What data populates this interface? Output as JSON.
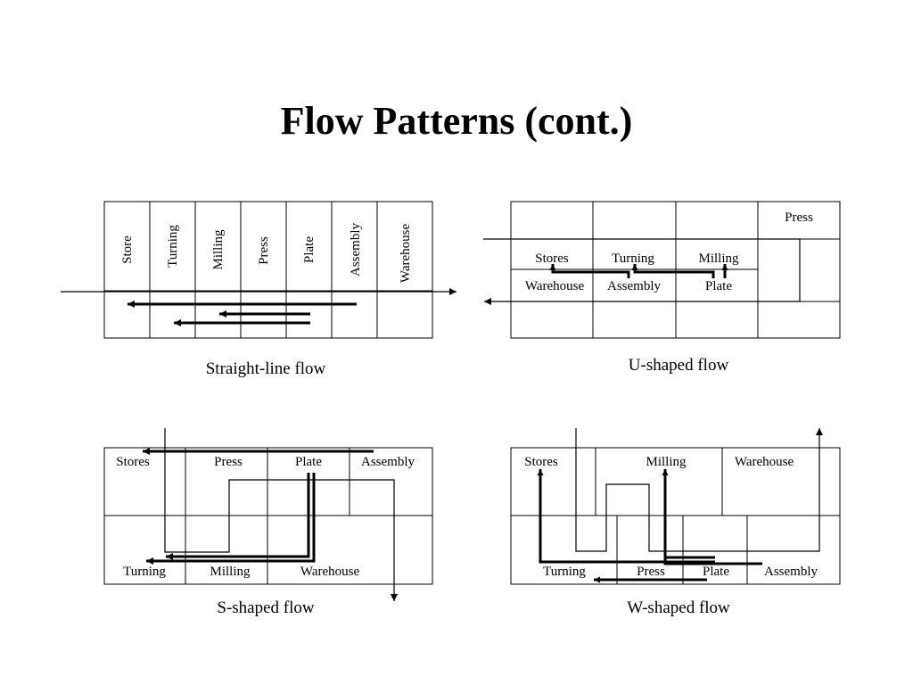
{
  "title": "Flow Patterns (cont.)",
  "straight": {
    "caption": "Straight-line flow",
    "departments": [
      "Store",
      "Turning",
      "Milling",
      "Press",
      "Plate",
      "Assembly",
      "Warehouse"
    ]
  },
  "u": {
    "caption": "U-shaped flow",
    "press": "Press",
    "stores": "Stores",
    "turning": "Turning",
    "milling": "Milling",
    "warehouse": "Warehouse",
    "assembly": "Assembly",
    "plate": "Plate"
  },
  "s": {
    "caption": "S-shaped flow",
    "stores": "Stores",
    "press": "Press",
    "plate": "Plate",
    "assembly": "Assembly",
    "turning": "Turning",
    "milling": "Milling",
    "warehouse": "Warehouse"
  },
  "w": {
    "caption": "W-shaped flow",
    "stores": "Stores",
    "milling": "Milling",
    "warehouse": "Warehouse",
    "turning": "Turning",
    "press": "Press",
    "plate": "Plate",
    "assembly": "Assembly"
  }
}
